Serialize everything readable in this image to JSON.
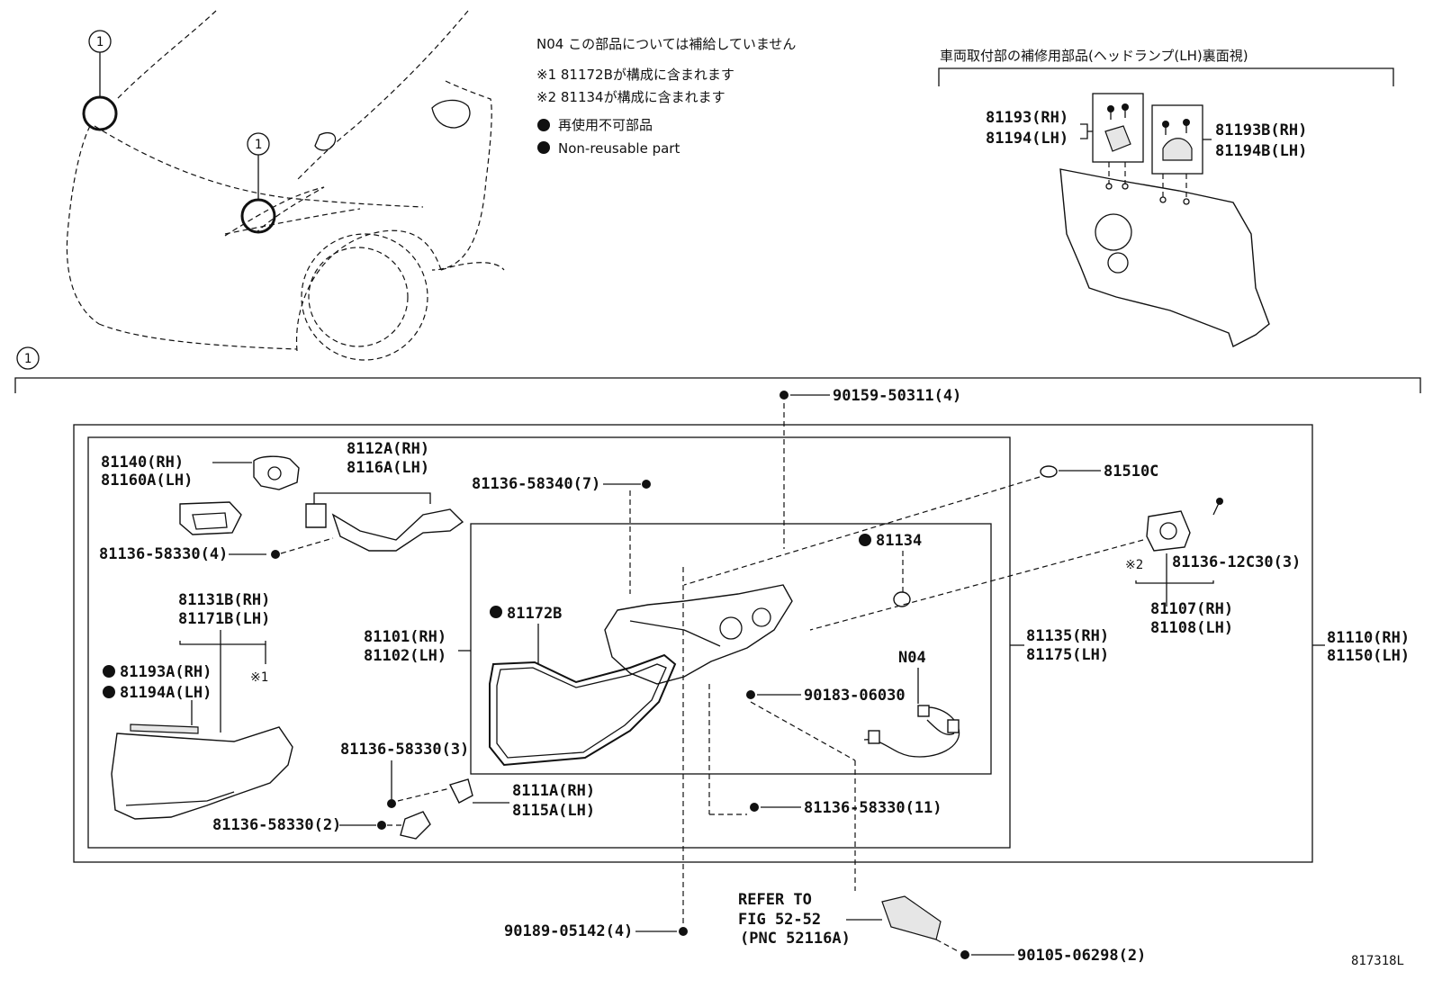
{
  "notes": {
    "n04": "N04 この部品については補給していません",
    "ref1": "※1 81172Bが構成に含まれます",
    "ref2": "※2 81134が構成に含まれます",
    "nonreuse_jp": "再使用不可部品",
    "nonreuse_en": "Non-reusable part"
  },
  "inset_title": "車両取付部の補修用部品(ヘッドランプ(LH)裏面視)",
  "circle_marker": "1",
  "labels": {
    "p81193": "81193(RH)",
    "p81194": "81194(LH)",
    "p81193b": "81193B(RH)",
    "p81194b": "81194B(LH)",
    "p90159": "90159-50311(4)",
    "p81140": "81140(RH)",
    "p81160a": "81160A(LH)",
    "p8112a": "8112A(RH)",
    "p8116a": "8116A(LH)",
    "p81136_58340": "81136-58340(7)",
    "p81510c": "81510C",
    "p81136_58330_4": "81136-58330(4)",
    "p81134": "81134",
    "p81136_12c30": "81136-12C30(3)",
    "ref2mark": "※2",
    "p81131b": "81131B(RH)",
    "p81171b": "81171B(LH)",
    "p81172b": "81172B",
    "p81101": "81101(RH)",
    "p81102": "81102(LH)",
    "p81135": "81135(RH)",
    "p81175": "81175(LH)",
    "p81107": "81107(RH)",
    "p81108": "81108(LH)",
    "p81110": "81110(RH)",
    "p81150": "81150(LH)",
    "p81193a": "81193A(RH)",
    "p81194a": "81194A(LH)",
    "ref1mark": "※1",
    "n04mark": "N04",
    "p90183": "90183-06030",
    "p81136_58330_3": "81136-58330(3)",
    "p8111a": "8111A(RH)",
    "p8115a": "8115A(LH)",
    "p81136_58330_11": "81136-58330(11)",
    "p81136_58330_2": "81136-58330(2)",
    "refer1": "REFER TO",
    "refer2": "FIG 52-52",
    "refer3": "(PNC 52116A)",
    "p90189": "90189-05142(4)",
    "p90105": "90105-06298(2)",
    "fig_id": "817318L"
  }
}
